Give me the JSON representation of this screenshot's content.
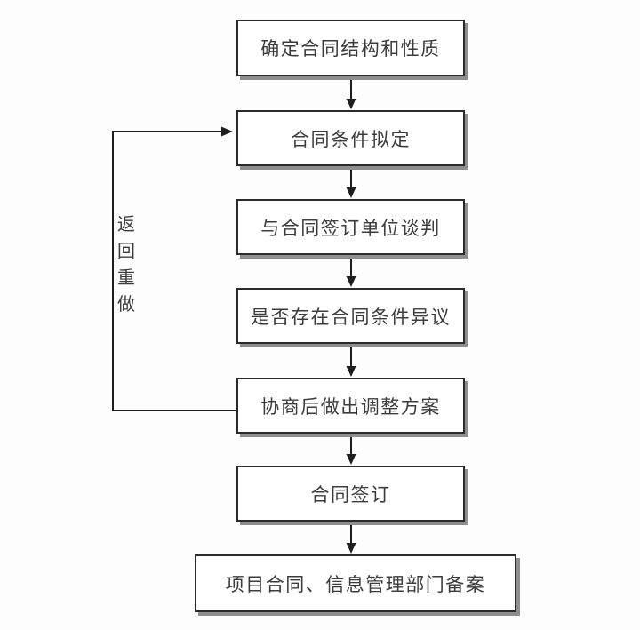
{
  "diagram": {
    "nodes": [
      {
        "label": "确定合同结构和性质"
      },
      {
        "label": "合同条件拟定"
      },
      {
        "label": "与合同签订单位谈判"
      },
      {
        "label": "是否存在合同条件异议"
      },
      {
        "label": "协商后做出调整方案"
      },
      {
        "label": "合同签订"
      },
      {
        "label": "项目合同、信息管理部门备案"
      }
    ],
    "loop_label": "返回重做",
    "colors": {
      "box_border": "#2b2b2b",
      "box_shadow": "#8e8e8e",
      "connector": "#1e1e1e",
      "text": "#3c3c3c",
      "background": "#fdfdfd"
    }
  }
}
